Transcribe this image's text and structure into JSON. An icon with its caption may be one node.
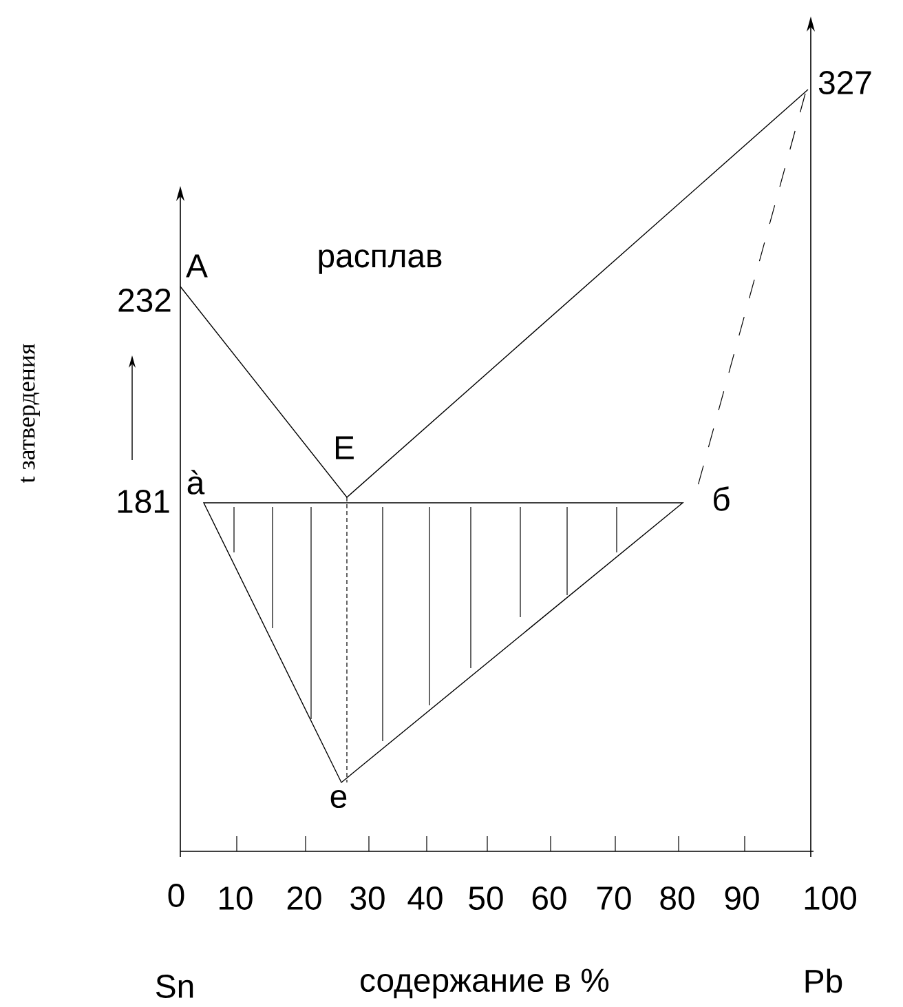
{
  "diagram": {
    "labels": [
      "327",
      "A",
      "расплав",
      "232",
      "t затвердения",
      "E",
      "181",
      "à",
      "б",
      "e",
      "0",
      "10",
      "20",
      "30",
      "40",
      "50",
      "60",
      "70",
      "80",
      "90",
      "100",
      "Sn",
      "содержание в %",
      "Pb"
    ]
  }
}
